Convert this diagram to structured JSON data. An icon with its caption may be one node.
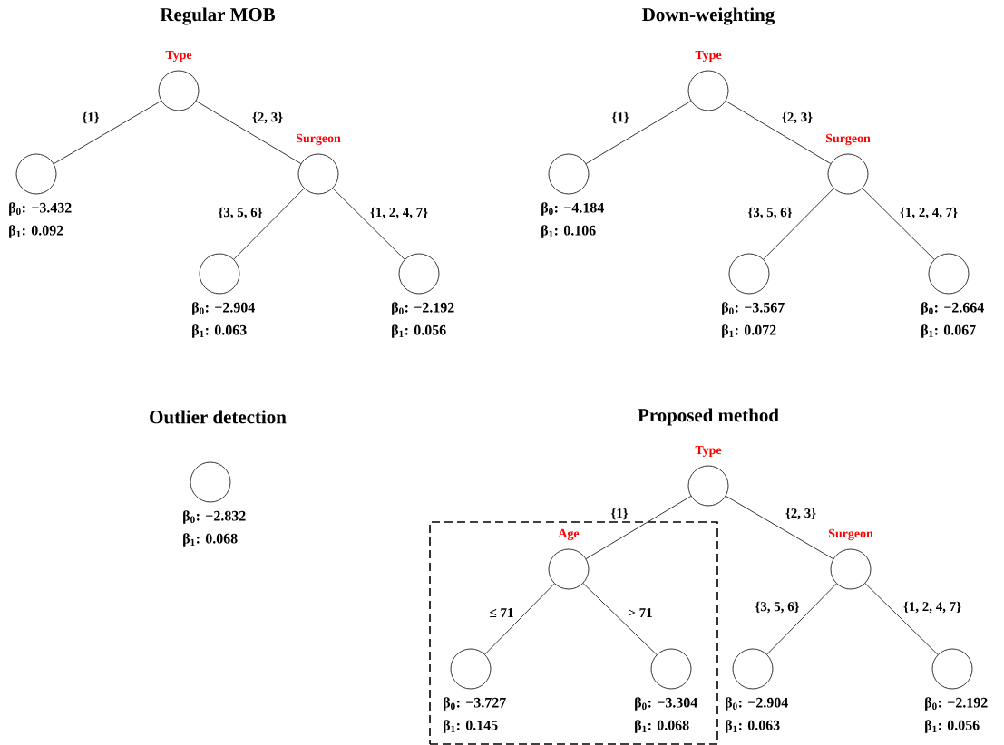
{
  "diagram": {
    "nodes": [
      {
        "text": [
          "Type"
        ]
      },
      {
        "text": [],
        "shape": "circle",
        "beside": [
          "β$_{0}$: −3.432",
          "β$_{1}$: 0.092"
        ]
      },
      {
        "text": [
          "Surgeon"
        ]
      },
      {
        "text": [],
        "shape": "circle",
        "beside": [
          "β$_{0}$: −2.904",
          "β$_{1}$: 0.063"
        ]
      },
      {
        "text": [],
        "shape": "circle",
        "beside": [
          "β$_{0}$: −2.192",
          "β$_{1}$: 0.056"
        ]
      },
      {
        "text": [
          "Type"
        ]
      },
      {
        "text": [],
        "shape": "circle",
        "beside": [
          "β$_{0}$: −4.184",
          "β$_{1}$: 0.106"
        ]
      },
      {
        "text": [
          "Surgeon"
        ]
      },
      {
        "text": [],
        "shape": "circle",
        "beside": [
          "β$_{0}$: −3.567",
          "β$_{1}$: 0.072"
        ]
      },
      {
        "text": [],
        "shape": "circle",
        "beside": [
          "β$_{0}$: −2.664",
          "β$_{1}$: 0.067"
        ]
      },
      {
        "text": [],
        "shape": "circle",
        "beside": [
          "β$_{0}$: −2.832",
          "β$_{1}$: 0.068"
        ]
      },
      {
        "text": [
          "Type"
        ]
      },
      {
        "text": [],
        "shape": "box"
      },
      {
        "text": [
          "Age"
        ],
        "in": 12
      },
      {
        "text": [],
        "shape": "circle",
        "in": 12,
        "beside": [
          "β$_{0}$: −3.727",
          "β$_{1}$: 0.145"
        ]
      },
      {
        "text": [],
        "shape": "circle",
        "in": 12,
        "beside": [
          "β$_{0}$: −3.304",
          "β$_{1}$: 0.068"
        ]
      },
      {
        "text": [
          "Surgeon"
        ]
      },
      {
        "text": [],
        "shape": "circle",
        "beside": [
          "β$_{0}$: −2.904",
          "β$_{1}$: 0.063"
        ]
      },
      {
        "text": [],
        "shape": "circle",
        "beside": [
          "β$_{0}$: −2.192",
          "β$_{1}$: 0.056"
        ]
      }
    ],
    "edges": [
      {
        "from": 0,
        "to": 1,
        "arrow": "none",
        "label": "{1}"
      },
      {
        "from": 0,
        "to": 2,
        "arrow": "none",
        "label": "{2, 3}"
      },
      {
        "from": 2,
        "to": 3,
        "arrow": "none",
        "label": "{3, 5, 6}"
      },
      {
        "from": 2,
        "to": 4,
        "arrow": "none",
        "label": "{1, 2, 4, 7}"
      },
      {
        "from": 5,
        "to": 6,
        "arrow": "none",
        "label": "{1}"
      },
      {
        "from": 5,
        "to": 7,
        "arrow": "none",
        "label": "{2, 3}"
      },
      {
        "from": 7,
        "to": 8,
        "arrow": "none",
        "label": "{3, 5, 6}"
      },
      {
        "from": 7,
        "to": 9,
        "arrow": "none",
        "label": "{1, 2, 4, 7}"
      },
      {
        "from": 11,
        "to": 13,
        "arrow": "none",
        "label": "{1}"
      },
      {
        "from": 11,
        "to": 16,
        "arrow": "none",
        "label": "{2, 3}"
      },
      {
        "from": 13,
        "to": 14,
        "arrow": "none",
        "label": "≤ 71"
      },
      {
        "from": 13,
        "to": 15,
        "arrow": "none",
        "label": "> 71"
      },
      {
        "from": 16,
        "to": 17,
        "arrow": "none",
        "label": "{3, 5, 6}"
      },
      {
        "from": 16,
        "to": 18,
        "arrow": "none",
        "label": "{1, 2, 4, 7}"
      }
    ],
    "labels": [
      "Regular MOB",
      "Down-weighting",
      "Outlier detection",
      "Proposed method"
    ]
  }
}
